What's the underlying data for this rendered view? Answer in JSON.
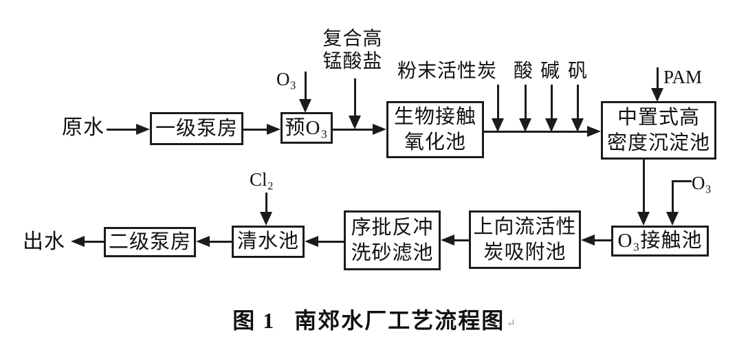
{
  "figure": {
    "caption": {
      "figure_no": "图 1",
      "title": "南郊水厂工艺流程图",
      "paragraph_mark": "↵"
    },
    "flow": {
      "source_label": "原水",
      "output_label": "出水"
    },
    "nodes": [
      {
        "id": "primary-pump-station",
        "label": "一级泵房"
      },
      {
        "id": "pre-ozone",
        "label": "预O₃"
      },
      {
        "id": "bio-contact-oxidation-tank",
        "label": "生物接触\n氧化池"
      },
      {
        "id": "high-density-sedimentation",
        "label": "中置式高\n密度沉淀池"
      },
      {
        "id": "ozone-contact-tank",
        "label": "O₃接触池"
      },
      {
        "id": "upflow-carbon-adsorption",
        "label": "上向流活性\n炭吸附池"
      },
      {
        "id": "seq-backwash-sand-filter",
        "label": "序批反冲\n洗砂滤池"
      },
      {
        "id": "clear-water-tank",
        "label": "清水池"
      },
      {
        "id": "secondary-pump-station",
        "label": "二级泵房"
      }
    ],
    "dosing": [
      {
        "id": "pre-ozone-feed",
        "label": "O₃"
      },
      {
        "id": "composite-permanganate",
        "label": "复合高\n锰酸盐"
      },
      {
        "id": "powdered-activated-carbon",
        "label": "粉末活性炭"
      },
      {
        "id": "acid",
        "label": "酸"
      },
      {
        "id": "alkali",
        "label": "碱"
      },
      {
        "id": "alum",
        "label": "矾"
      },
      {
        "id": "pam",
        "label": "PAM"
      },
      {
        "id": "ozone-contact-feed",
        "label": "O₃"
      },
      {
        "id": "chlorine",
        "label": "Cl₂"
      }
    ],
    "colors": {
      "line": "#1b1b1b",
      "text": "#111111",
      "background": "#ffffff"
    }
  }
}
